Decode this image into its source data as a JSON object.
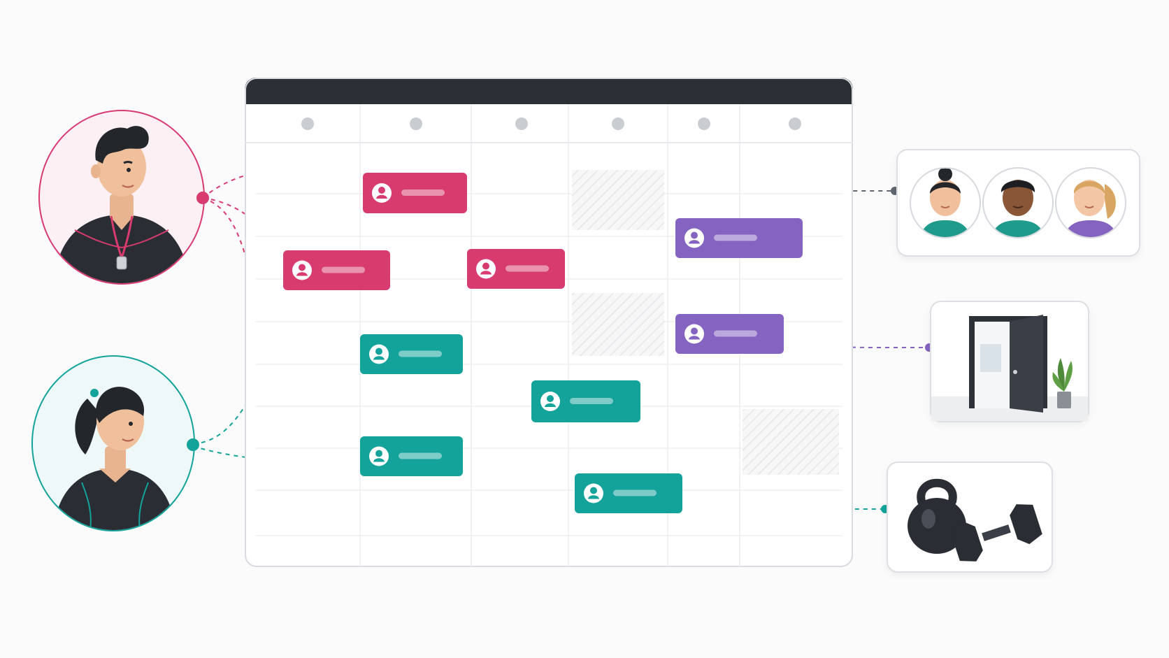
{
  "colors": {
    "trainer1": "#d83b6e",
    "trainer2": "#13a39a",
    "group": "#8563c0",
    "header": "#2b2f36",
    "connector_group": "#5f6670"
  },
  "trainers": [
    {
      "name": "trainer-male",
      "accent": "#d83b6e",
      "bg": "#fcf0f4"
    },
    {
      "name": "trainer-female",
      "accent": "#13a39a",
      "bg": "#eef8f8"
    }
  ],
  "calendar": {
    "columns": 6,
    "rows": 10
  },
  "events": [
    {
      "id": "ev1",
      "color": "trainer1"
    },
    {
      "id": "ev2",
      "color": "trainer1"
    },
    {
      "id": "ev3",
      "color": "trainer1"
    },
    {
      "id": "ev4",
      "color": "trainer2"
    },
    {
      "id": "ev5",
      "color": "trainer2"
    },
    {
      "id": "ev6",
      "color": "trainer2"
    },
    {
      "id": "ev7",
      "color": "trainer2"
    },
    {
      "id": "ev8",
      "color": "group"
    },
    {
      "id": "ev9",
      "color": "group"
    }
  ],
  "resources": [
    {
      "name": "client-group",
      "icon": "people-icon"
    },
    {
      "name": "room",
      "icon": "door-icon"
    },
    {
      "name": "equipment",
      "icon": "kettlebell-dumbbell-icon"
    }
  ]
}
